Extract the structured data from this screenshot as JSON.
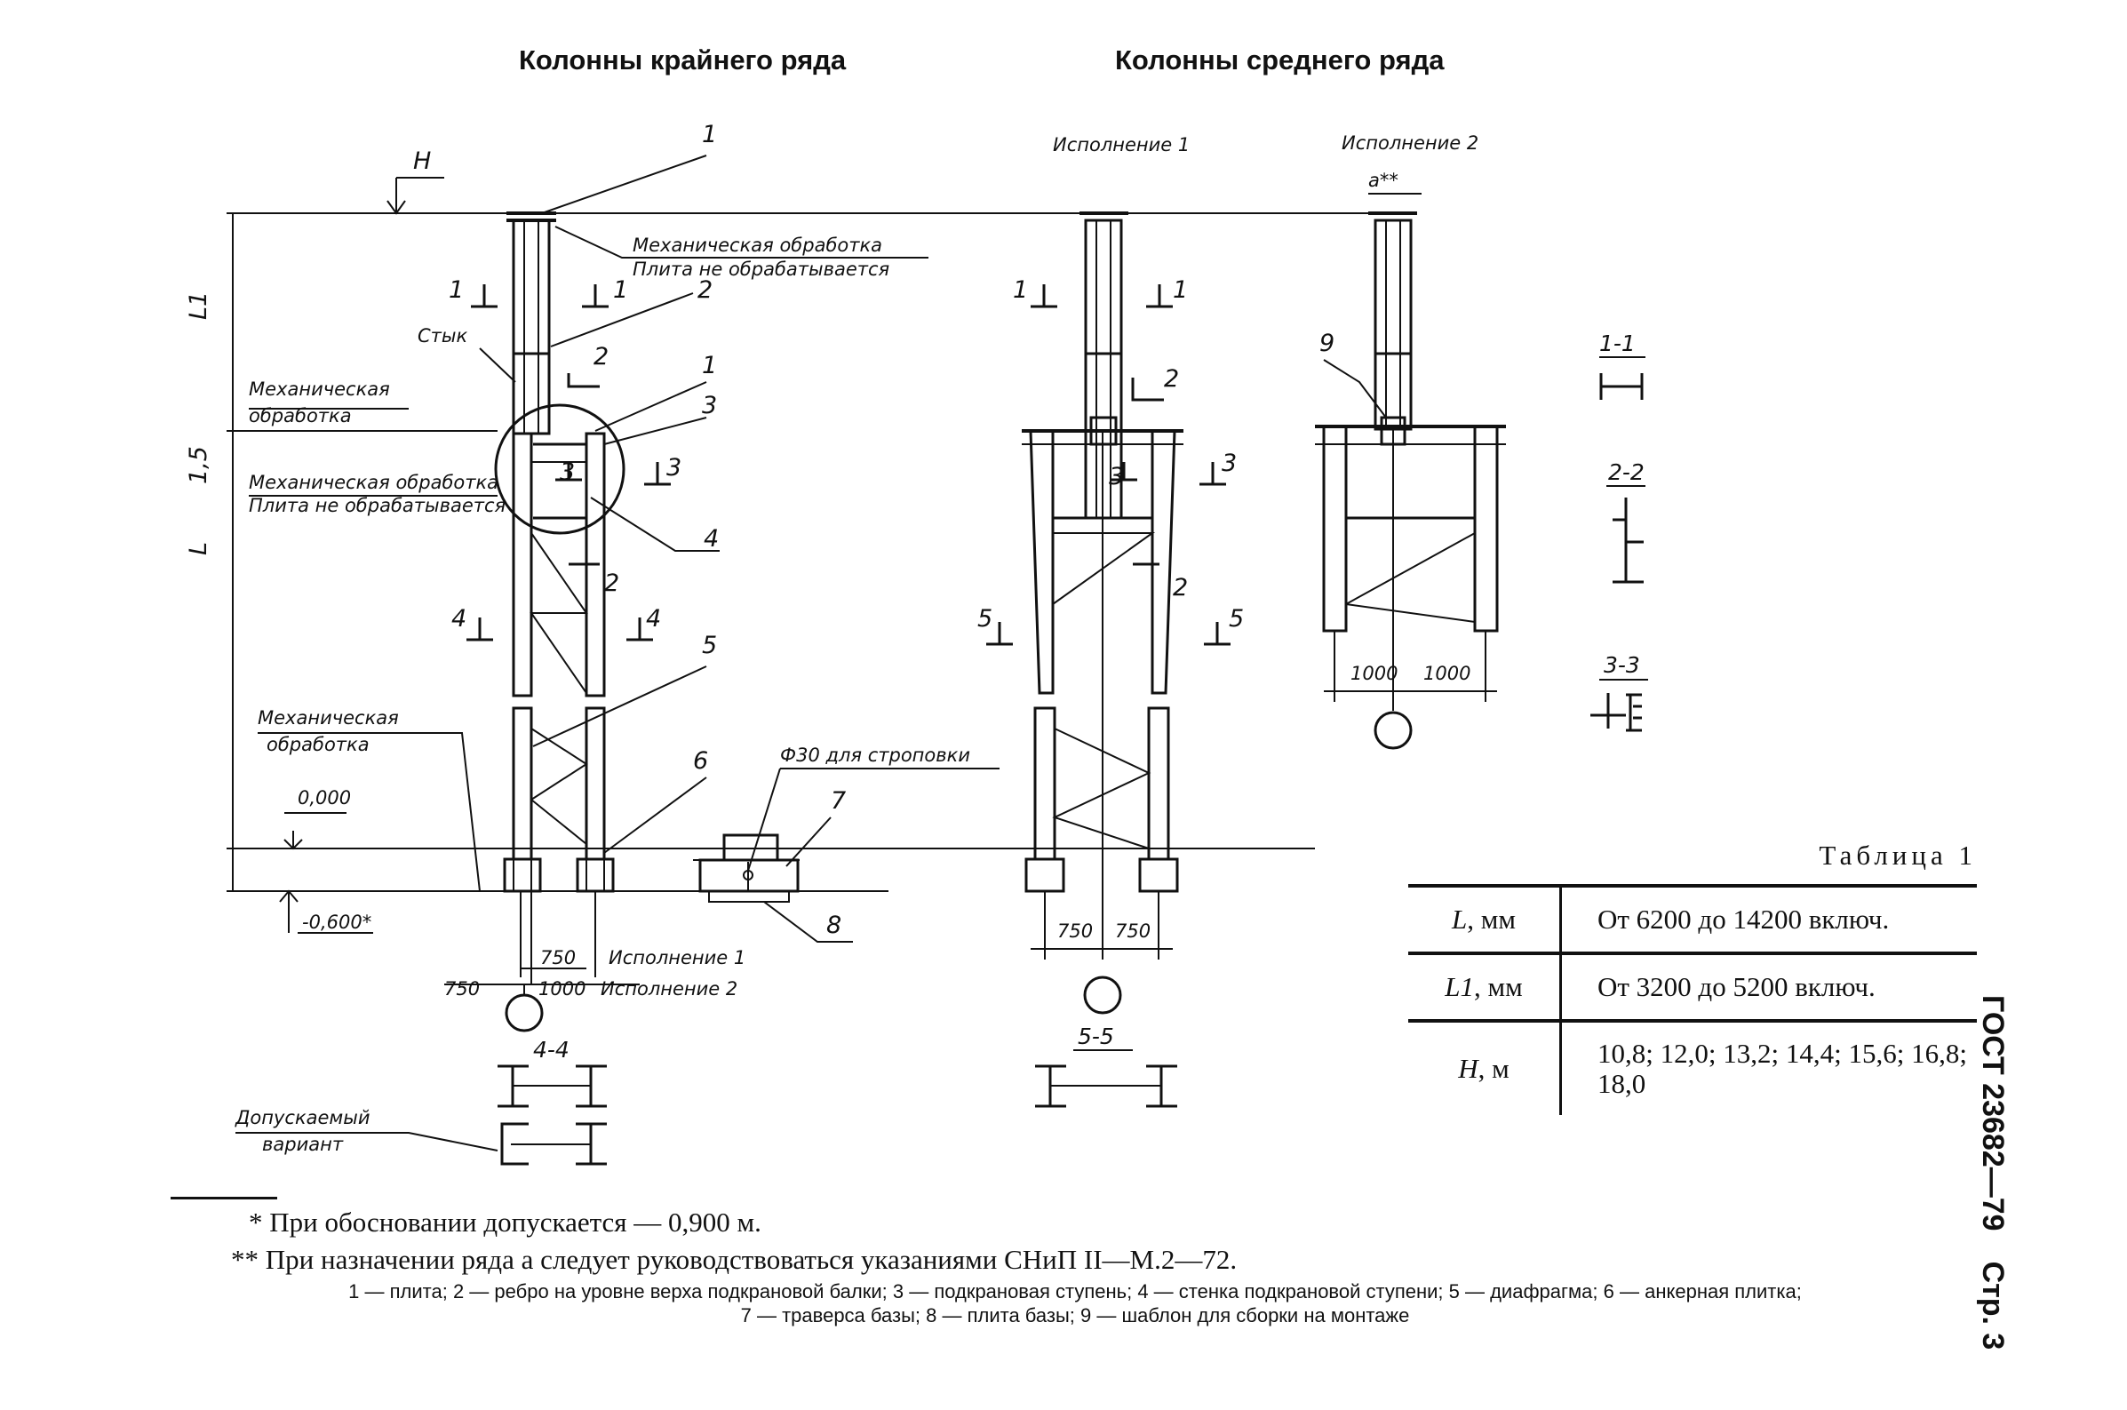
{
  "titles": {
    "outer_row": "Колонны крайнего ряда",
    "middle_row": "Колонны среднего ряда",
    "variant_1": "Исполнение 1",
    "variant_2": "Исполнение 2"
  },
  "annotations": {
    "H": "H",
    "L1": "L1",
    "L": "L",
    "dim_15": "1,5",
    "a": "a**",
    "mech_plate_not": [
      "Механическая обработка",
      "Плита не обрабатывается"
    ],
    "joint": "Стык",
    "mech_machining": [
      "Механическая",
      "обработка"
    ],
    "mech_plate_not_2": [
      "Механическая обработка",
      "Плита не обрабатывается"
    ],
    "mech_machining_2": [
      "Механическая",
      "обработка"
    ],
    "level_0": "0,000",
    "level_m": "-0,600*",
    "sling_hole": "Ф30 для строповки",
    "dim_750": "750",
    "dim_1000": "1000",
    "variant_1_small": "Исполнение 1",
    "variant_2_small": "Исполнение 2",
    "allowed_variant": [
      "Допускаемый",
      "вариант"
    ]
  },
  "callouts": [
    "1",
    "2",
    "3",
    "4",
    "5",
    "6",
    "7",
    "8",
    "9"
  ],
  "sections": [
    "1-1",
    "2-2",
    "3-3",
    "4-4",
    "5-5"
  ],
  "table": {
    "caption": "Таблица 1",
    "rows": [
      {
        "key": "L",
        "unit": ", мм",
        "value": "От 6200 до 14200 включ."
      },
      {
        "key": "L1",
        "unit": ", мм",
        "value": "От 3200 до 5200 включ."
      },
      {
        "key": "H",
        "unit": ", м",
        "value": "10,8;  12,0;  13,2;  14,4;  15,6; 16,8;  18,0"
      }
    ]
  },
  "footnotes": {
    "star": "* При обосновании допускается — 0,900 м.",
    "double_star": "** При назначении ряда a следует  руководствоваться указаниями СНиП II—М.2—72."
  },
  "legend": "1 — плита; 2 — ребро на уровне верха подкрановой балки; 3 — подкрановая ступень; 4 — стенка подкрановой ступени; 5 — диафрагма; 6 — анкерная плитка; 7 — траверса базы; 8 — плита базы; 9 — шаблон для сборки на монтаже",
  "stamp": {
    "doc": "ГОСТ 23682—79",
    "page": "Стр. 3"
  }
}
